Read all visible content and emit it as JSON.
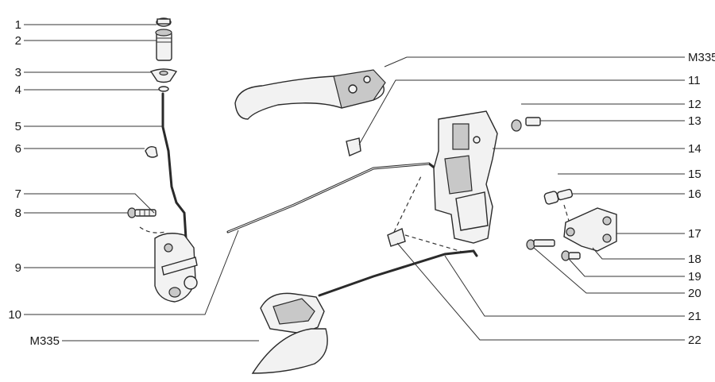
{
  "diagram": {
    "callouts_left": [
      {
        "num": "1"
      },
      {
        "num": "2"
      },
      {
        "num": "3"
      },
      {
        "num": "4"
      },
      {
        "num": "5"
      },
      {
        "num": "6"
      },
      {
        "num": "7"
      },
      {
        "num": "8"
      },
      {
        "num": "9"
      },
      {
        "num": "10"
      },
      {
        "num": "M335"
      }
    ],
    "callouts_right": [
      {
        "num": "M335"
      },
      {
        "num": "11"
      },
      {
        "num": "12"
      },
      {
        "num": "13"
      },
      {
        "num": "14"
      },
      {
        "num": "15"
      },
      {
        "num": "16"
      },
      {
        "num": "17"
      },
      {
        "num": "18"
      },
      {
        "num": "19"
      },
      {
        "num": "20"
      },
      {
        "num": "21"
      },
      {
        "num": "22"
      }
    ]
  }
}
